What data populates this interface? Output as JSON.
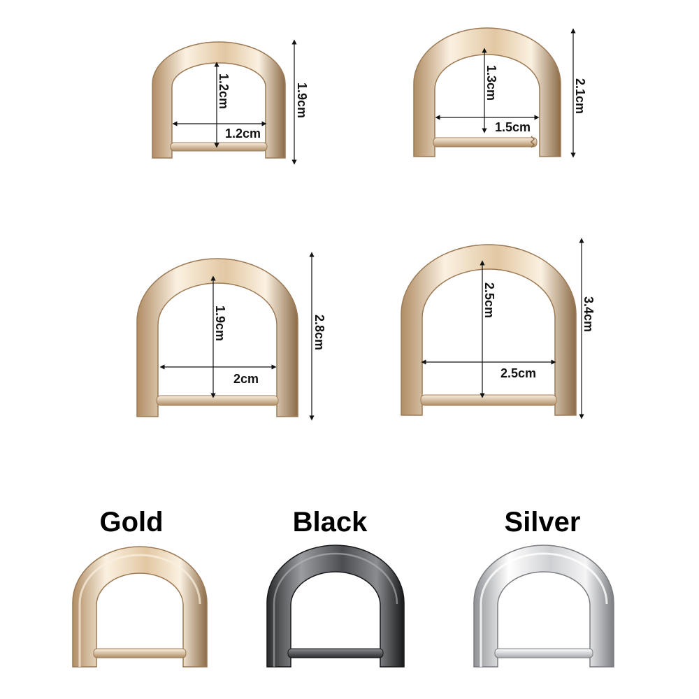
{
  "colors": {
    "gold": {
      "light": "#fbf1e1",
      "mid": "#e2c7a2",
      "dark": "#b08d65",
      "shadow": "#8c6c49"
    },
    "black": {
      "light": "#9a9c9f",
      "mid": "#4c4d50",
      "dark": "#2a2b2d",
      "shadow": "#17181a"
    },
    "silver": {
      "light": "#ffffff",
      "mid": "#d6d7da",
      "dark": "#a7a9ad",
      "shadow": "#7b7d81"
    }
  },
  "sizes": [
    {
      "inner_height": "1.2cm",
      "inner_width": "1.2cm",
      "outer_height": "1.9cm"
    },
    {
      "inner_height": "1.3cm",
      "inner_width": "1.5cm",
      "outer_height": "2.1cm"
    },
    {
      "inner_height": "1.9cm",
      "inner_width": "2cm",
      "outer_height": "2.8cm"
    },
    {
      "inner_height": "2.5cm",
      "inner_width": "2.5cm",
      "outer_height": "3.4cm"
    }
  ],
  "color_options": [
    {
      "label": "Gold",
      "finish": "gold"
    },
    {
      "label": "Black",
      "finish": "black"
    },
    {
      "label": "Silver",
      "finish": "silver"
    }
  ]
}
